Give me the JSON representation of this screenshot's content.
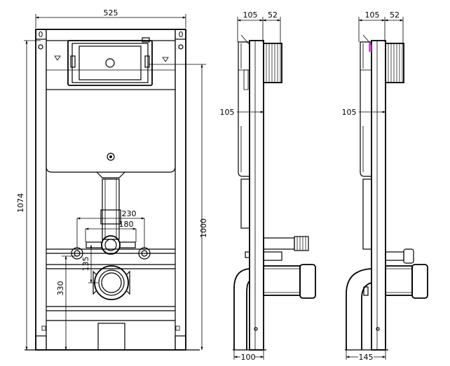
{
  "front_view": {
    "width_label": "525",
    "height_total_label": "1074",
    "height_frame_label": "1000",
    "inlet_spacing_label": "230",
    "drain_spacing_label": "180",
    "outlet_height_label": "330",
    "outlet_offset_label": "135",
    "corner_marks": [
      "0",
      "0"
    ]
  },
  "side_view_a": {
    "depth_top_label": "105",
    "pipe_top_label": "52",
    "depth_mid_label": "105",
    "bottom_label": "100"
  },
  "side_view_b": {
    "depth_top_label": "105",
    "pipe_top_label": "52",
    "depth_mid_label": "105",
    "bottom_label": "145"
  },
  "colors": {
    "line": "#000000",
    "accent": "#e040e0"
  }
}
